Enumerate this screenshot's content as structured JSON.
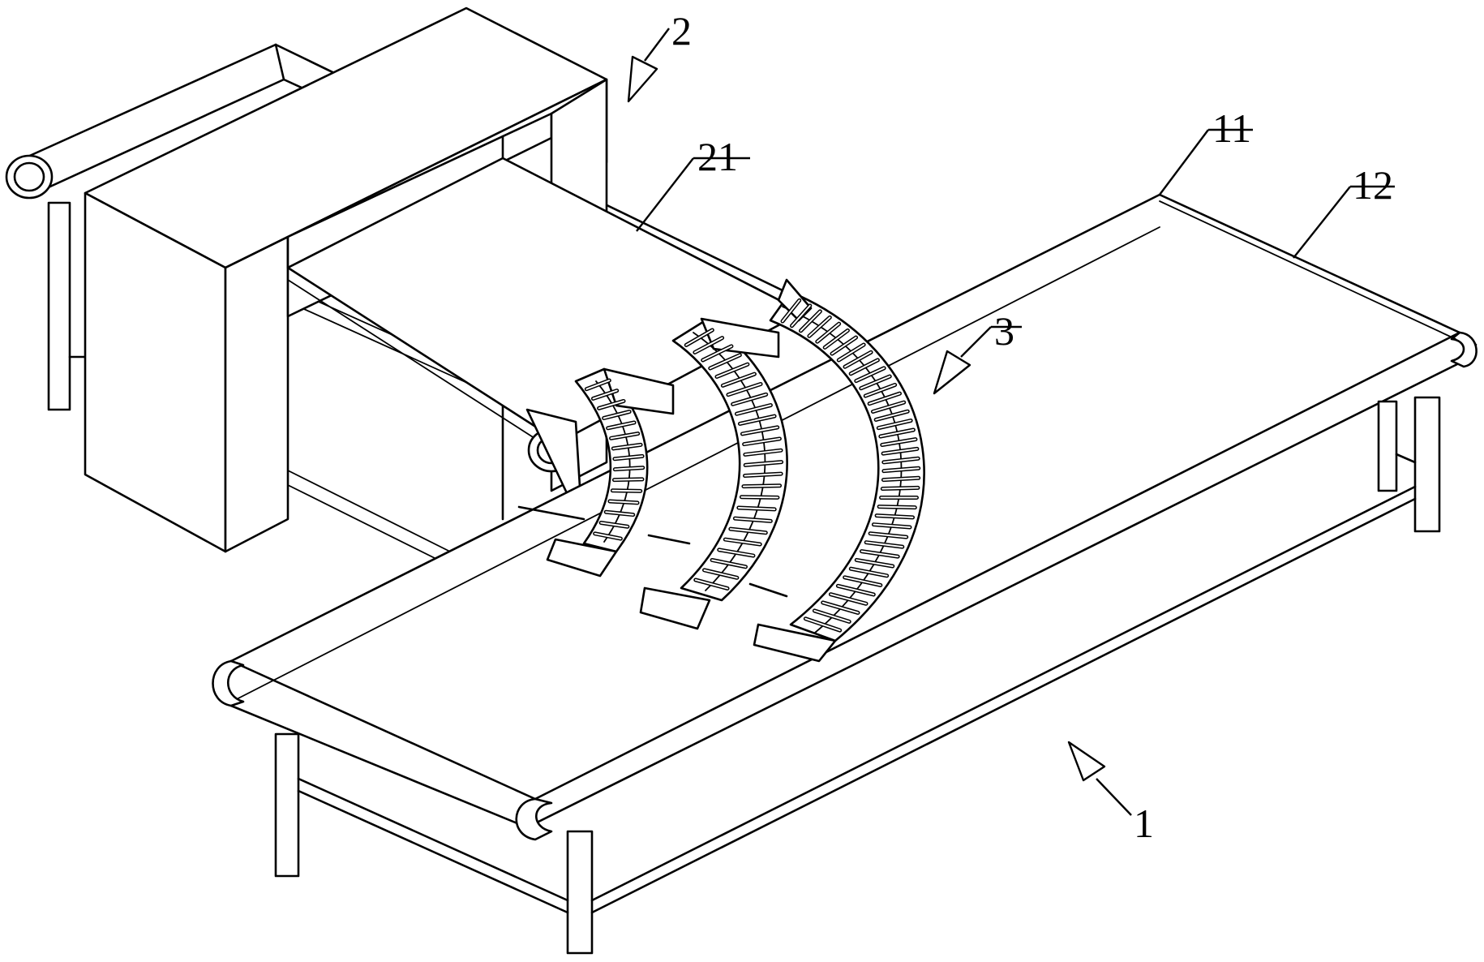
{
  "callouts": {
    "c1": "1",
    "c2": "2",
    "c3": "3",
    "c11": "11",
    "c12": "12",
    "c21": "21"
  },
  "colors": {
    "ink": "#000000",
    "paper": "#ffffff"
  }
}
